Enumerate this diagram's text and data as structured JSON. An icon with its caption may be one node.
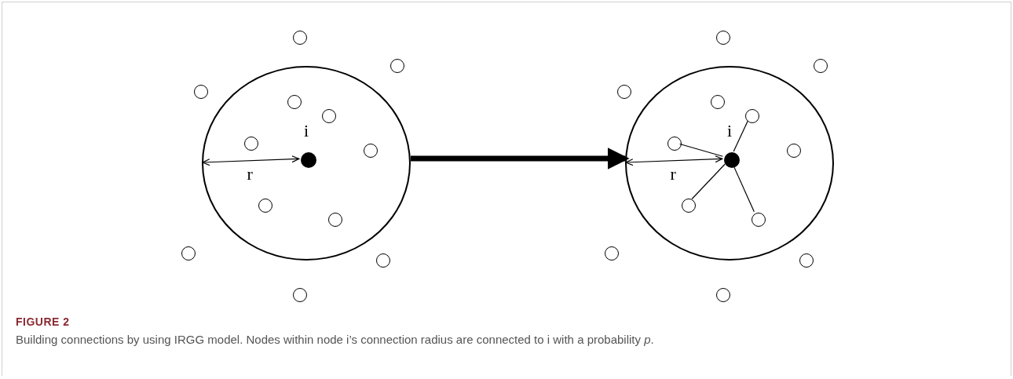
{
  "diagram": {
    "title": "FIGURE 2",
    "caption": "Building connections by using IRGG model. Nodes within node i’s connection radius are connected to i with a probability *p*.",
    "nodes": [
      {
        "text": [],
        "shape": "circle"
      },
      {
        "text": [],
        "shape": "circle",
        "in": 0
      },
      {
        "text": [],
        "shape": "circle",
        "in": 0
      },
      {
        "text": [],
        "shape": "circle",
        "in": 0
      },
      {
        "text": [],
        "shape": "circle",
        "in": 0
      },
      {
        "text": [],
        "shape": "circle",
        "in": 0,
        "beside": [
          "i"
        ]
      },
      {
        "text": [],
        "shape": "circle",
        "in": 0
      },
      {
        "text": [],
        "shape": "circle",
        "in": 0
      },
      {
        "text": [],
        "shape": "circle"
      },
      {
        "text": [],
        "shape": "circle"
      },
      {
        "text": [],
        "shape": "circle"
      },
      {
        "text": [],
        "shape": "circle"
      },
      {
        "text": [],
        "shape": "circle"
      },
      {
        "text": [],
        "shape": "circle"
      },
      {
        "text": [],
        "shape": "circle"
      },
      {
        "text": [],
        "shape": "circle",
        "in": 14
      },
      {
        "text": [],
        "shape": "circle",
        "in": 14
      },
      {
        "text": [],
        "shape": "circle",
        "in": 14
      },
      {
        "text": [],
        "shape": "circle",
        "in": 14
      },
      {
        "text": [],
        "shape": "circle",
        "in": 14,
        "beside": [
          "i"
        ]
      },
      {
        "text": [],
        "shape": "circle",
        "in": 14
      },
      {
        "text": [],
        "shape": "circle",
        "in": 14
      },
      {
        "text": [],
        "shape": "circle"
      },
      {
        "text": [],
        "shape": "circle"
      },
      {
        "text": [],
        "shape": "circle"
      },
      {
        "text": [],
        "shape": "circle"
      },
      {
        "text": [],
        "shape": "circle"
      },
      {
        "text": [],
        "shape": "circle"
      }
    ],
    "edges": [
      {
        "from": 0,
        "to": 5,
        "arrow": "both",
        "label": "r"
      },
      {
        "from": 0,
        "to": 14,
        "arrow": "to",
        "style": "thick"
      },
      {
        "from": 14,
        "to": 19,
        "arrow": "both",
        "label": "r"
      },
      {
        "from": 19,
        "to": 16,
        "arrow": "none"
      },
      {
        "from": 19,
        "to": 17,
        "arrow": "none"
      },
      {
        "from": 19,
        "to": 20,
        "arrow": "none"
      },
      {
        "from": 19,
        "to": 21,
        "arrow": "none"
      }
    ]
  }
}
